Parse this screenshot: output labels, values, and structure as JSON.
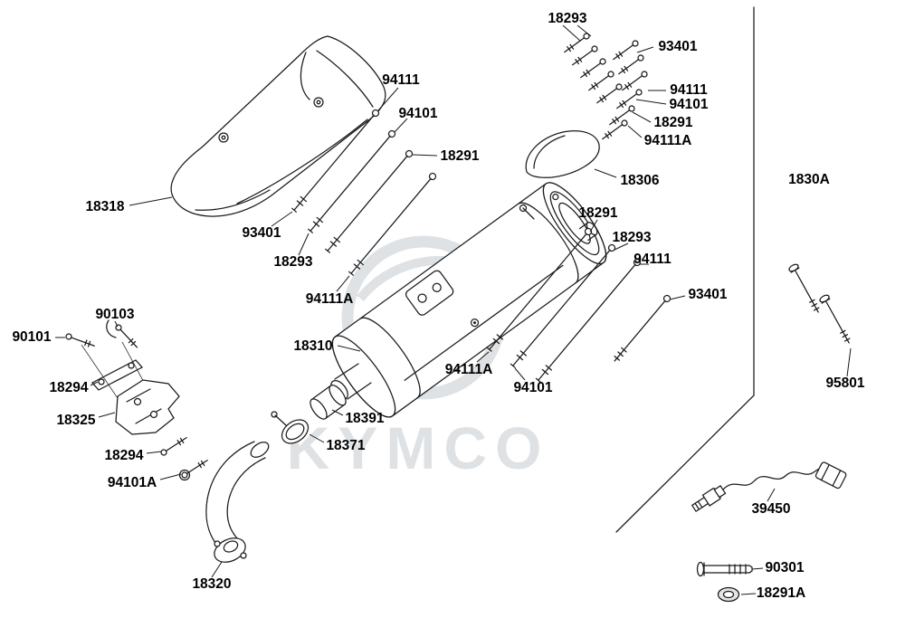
{
  "watermark": {
    "brand": "KYMCO"
  },
  "labels": [
    {
      "text": "18293"
    },
    {
      "text": "93401"
    },
    {
      "text": "94111"
    },
    {
      "text": "94101"
    },
    {
      "text": "18291"
    },
    {
      "text": "94111A"
    },
    {
      "text": "94111"
    },
    {
      "text": "94101"
    },
    {
      "text": "18291"
    },
    {
      "text": "18306"
    },
    {
      "text": "1830A"
    },
    {
      "text": "18318"
    },
    {
      "text": "93401"
    },
    {
      "text": "18293"
    },
    {
      "text": "18291"
    },
    {
      "text": "18293"
    },
    {
      "text": "94111"
    },
    {
      "text": "94111A"
    },
    {
      "text": "93401"
    },
    {
      "text": "18310"
    },
    {
      "text": "94111A"
    },
    {
      "text": "94101"
    },
    {
      "text": "90103"
    },
    {
      "text": "90101"
    },
    {
      "text": "18294"
    },
    {
      "text": "18325"
    },
    {
      "text": "18391"
    },
    {
      "text": "18371"
    },
    {
      "text": "18294"
    },
    {
      "text": "94101A"
    },
    {
      "text": "95801"
    },
    {
      "text": "39450"
    },
    {
      "text": "18320"
    },
    {
      "text": "90301"
    },
    {
      "text": "18291A"
    }
  ]
}
